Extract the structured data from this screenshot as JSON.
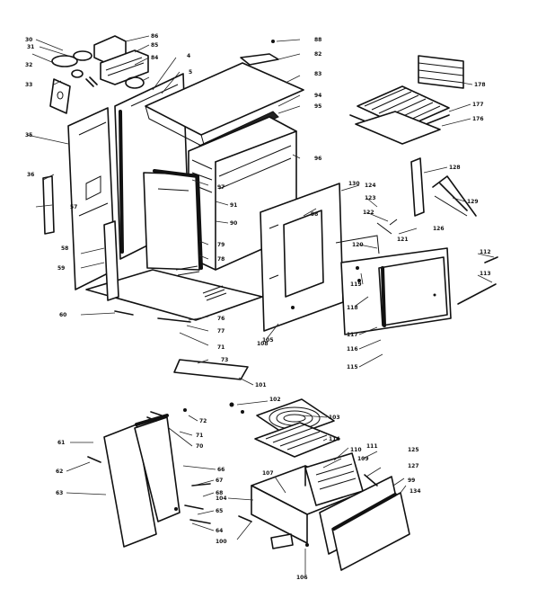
{
  "diagram": {
    "callouts": [
      {
        "key": "c30",
        "text": "30"
      },
      {
        "key": "c31",
        "text": "31"
      },
      {
        "key": "c32",
        "text": "32"
      },
      {
        "key": "c33",
        "text": "33"
      },
      {
        "key": "c35",
        "text": "35"
      },
      {
        "key": "c36",
        "text": "36"
      },
      {
        "key": "c58",
        "text": "58"
      },
      {
        "key": "c59",
        "text": "59"
      },
      {
        "key": "c57",
        "text": "57"
      },
      {
        "key": "c60",
        "text": "60"
      },
      {
        "key": "c86",
        "text": "86"
      },
      {
        "key": "c85",
        "text": "85"
      },
      {
        "key": "c84",
        "text": "84"
      },
      {
        "key": "c4",
        "text": "4"
      },
      {
        "key": "c5",
        "text": "5"
      },
      {
        "key": "c88",
        "text": "88"
      },
      {
        "key": "c82",
        "text": "82"
      },
      {
        "key": "c83",
        "text": "83"
      },
      {
        "key": "c94",
        "text": "94"
      },
      {
        "key": "c95",
        "text": "95"
      },
      {
        "key": "c96",
        "text": "96"
      },
      {
        "key": "c97",
        "text": "97"
      },
      {
        "key": "c91",
        "text": "91"
      },
      {
        "key": "c90",
        "text": "90"
      },
      {
        "key": "c79",
        "text": "79"
      },
      {
        "key": "c78",
        "text": "78"
      },
      {
        "key": "c76",
        "text": "76"
      },
      {
        "key": "c77",
        "text": "77"
      },
      {
        "key": "c71",
        "text": "71"
      },
      {
        "key": "c73",
        "text": "73"
      },
      {
        "key": "c98",
        "text": "98"
      },
      {
        "key": "c105",
        "text": "105"
      },
      {
        "key": "c108",
        "text": "108"
      },
      {
        "key": "c124",
        "text": "124"
      },
      {
        "key": "c123",
        "text": "123"
      },
      {
        "key": "c122",
        "text": "122"
      },
      {
        "key": "c126",
        "text": "126"
      },
      {
        "key": "c121",
        "text": "121"
      },
      {
        "key": "c120",
        "text": "120"
      },
      {
        "key": "c119",
        "text": "119"
      },
      {
        "key": "c118",
        "text": "118"
      },
      {
        "key": "c117",
        "text": "117"
      },
      {
        "key": "c116",
        "text": "116"
      },
      {
        "key": "c115",
        "text": "115"
      },
      {
        "key": "c112",
        "text": "112"
      },
      {
        "key": "c113",
        "text": "113"
      },
      {
        "key": "c128",
        "text": "128"
      },
      {
        "key": "c129",
        "text": "129"
      },
      {
        "key": "c130",
        "text": "130"
      },
      {
        "key": "c178",
        "text": "178"
      },
      {
        "key": "c177",
        "text": "177"
      },
      {
        "key": "c176",
        "text": "176"
      },
      {
        "key": "c101",
        "text": "101"
      },
      {
        "key": "c102",
        "text": "102"
      },
      {
        "key": "c103",
        "text": "103"
      },
      {
        "key": "c72",
        "text": "72"
      },
      {
        "key": "c71b",
        "text": "71"
      },
      {
        "key": "c70",
        "text": "70"
      },
      {
        "key": "c61",
        "text": "61"
      },
      {
        "key": "c62",
        "text": "62"
      },
      {
        "key": "c63",
        "text": "63"
      },
      {
        "key": "c66",
        "text": "66"
      },
      {
        "key": "c67",
        "text": "67"
      },
      {
        "key": "c68",
        "text": "68"
      },
      {
        "key": "c65",
        "text": "65"
      },
      {
        "key": "c64",
        "text": "64"
      },
      {
        "key": "c100",
        "text": "100"
      },
      {
        "key": "c110",
        "text": "110"
      },
      {
        "key": "c109",
        "text": "109"
      },
      {
        "key": "c107",
        "text": "107"
      },
      {
        "key": "c106",
        "text": "106"
      },
      {
        "key": "c104",
        "text": "104"
      },
      {
        "key": "c99",
        "text": "99"
      },
      {
        "key": "c111",
        "text": "111"
      },
      {
        "key": "c114",
        "text": "114"
      },
      {
        "key": "c125",
        "text": "125"
      },
      {
        "key": "c127",
        "text": "127"
      },
      {
        "key": "c134",
        "text": "134"
      }
    ]
  }
}
